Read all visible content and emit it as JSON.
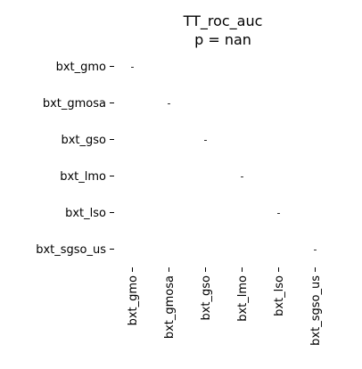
{
  "chart_data": {
    "type": "heatmap",
    "title_line1": "TT_roc_auc",
    "title_line2": "p = nan",
    "row_labels": [
      "bxt_gmo",
      "bxt_gmosa",
      "bxt_gso",
      "bxt_lmo",
      "bxt_lso",
      "bxt_sgso_us"
    ],
    "col_labels": [
      "bxt_gmo",
      "bxt_gmosa",
      "bxt_gso",
      "bxt_lmo",
      "bxt_lso",
      "bxt_sgso_us"
    ],
    "cells": [
      {
        "row": "bxt_gmo",
        "col": "bxt_gmo",
        "text": "-"
      },
      {
        "row": "bxt_gmosa",
        "col": "bxt_gmosa",
        "text": "-"
      },
      {
        "row": "bxt_gso",
        "col": "bxt_gso",
        "text": "-"
      },
      {
        "row": "bxt_lmo",
        "col": "bxt_lmo",
        "text": "-"
      },
      {
        "row": "bxt_lso",
        "col": "bxt_lso",
        "text": "-"
      },
      {
        "row": "bxt_sgso_us",
        "col": "bxt_sgso_us",
        "text": "-"
      }
    ],
    "grid": false
  }
}
